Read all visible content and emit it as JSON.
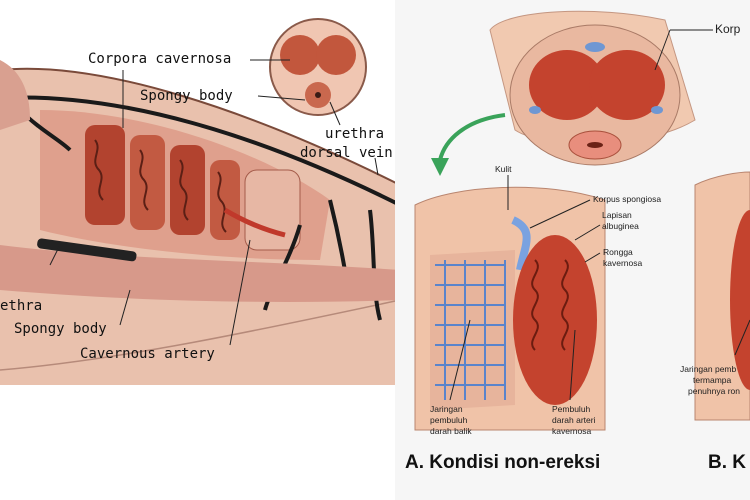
{
  "left_labels": {
    "corpora_cavernosa": "Corpora cavernosa",
    "spongy_body_top": "Spongy body",
    "urethra_top": "urethra",
    "dorsal_vein": "dorsal vein",
    "urethra_left": "ethra",
    "spongy_body_bottom": "Spongy body",
    "cavernous_artery": "Cavernous artery"
  },
  "right_labels": {
    "korpus_top": "Korp",
    "kulit": "Kulit",
    "korpus_spongiosa": "Korpus spongiosa",
    "lapisan_line1": "Lapisan",
    "lapisan_line2": "albuginea",
    "rongga_line1": "Rongga",
    "rongga_line2": "kavernosa",
    "jaringan_line1": "Jaringan",
    "jaringan_line2": "pembuluh",
    "jaringan_line3": "darah balik",
    "pembuluh_line1": "Pembuluh",
    "pembuluh_line2": "darah arteri",
    "pembuluh_line3": "kavernosa",
    "jaringan_b_line1": "Jaringan pemb",
    "jaringan_b_line2": "termampa",
    "jaringan_b_line3": "penuhnya ron",
    "caption_a": "A. Kondisi non-ereksi",
    "caption_b": "B. K"
  },
  "colors": {
    "tissue_red": "#c0392b",
    "skin_peach": "#e8b59a",
    "vein_black": "#1a1a1a",
    "vein_blue": "#8fb3dd",
    "arrow_green": "#3aa35a"
  }
}
